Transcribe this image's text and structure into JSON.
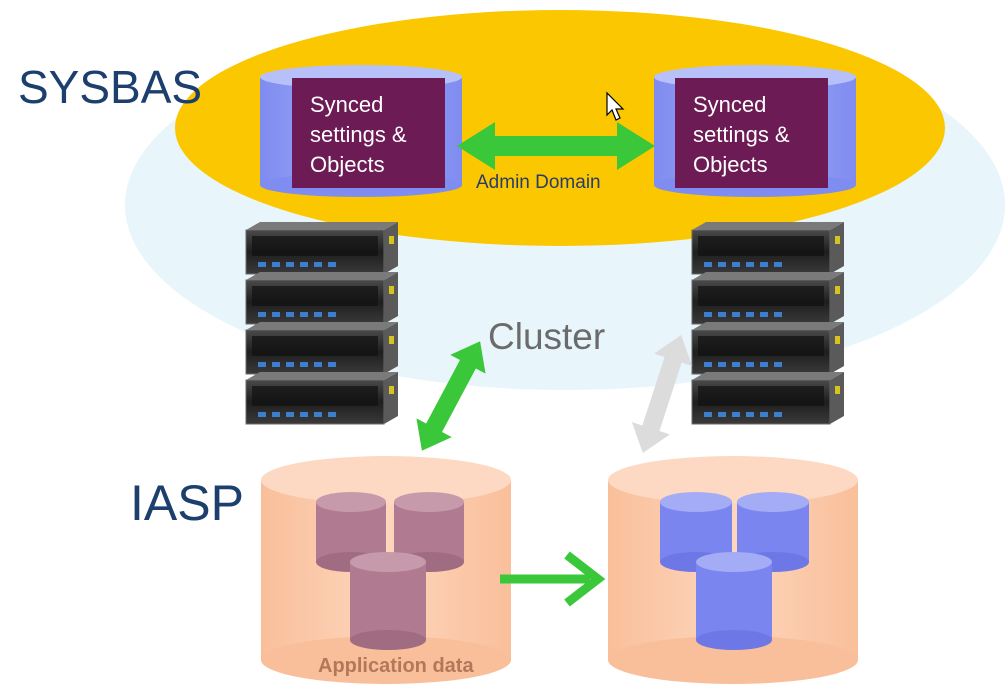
{
  "labels": {
    "sysbas": "SYSBAS",
    "iasp": "IASP",
    "cluster": "Cluster",
    "admin_domain": "Admin Domain",
    "application_data": "Application data"
  },
  "synced_left": [
    "Synced",
    "settings &",
    "Objects"
  ],
  "synced_right": [
    "Synced",
    "settings &",
    "Objects"
  ],
  "colors": {
    "cluster_oval": "#e8f6fb",
    "sysbas_oval": "#fbc700",
    "cylinder": "#9aa6f5",
    "synced_box": "#6d1b55",
    "iasp_cylinder": "#fbc9a8",
    "inner_db_left": "#b07a90",
    "inner_db_right": "#7b85f0",
    "active_arrow": "#3ac83a",
    "inactive_arrow": "#dcdcdc",
    "server": "#2b2b2b"
  }
}
